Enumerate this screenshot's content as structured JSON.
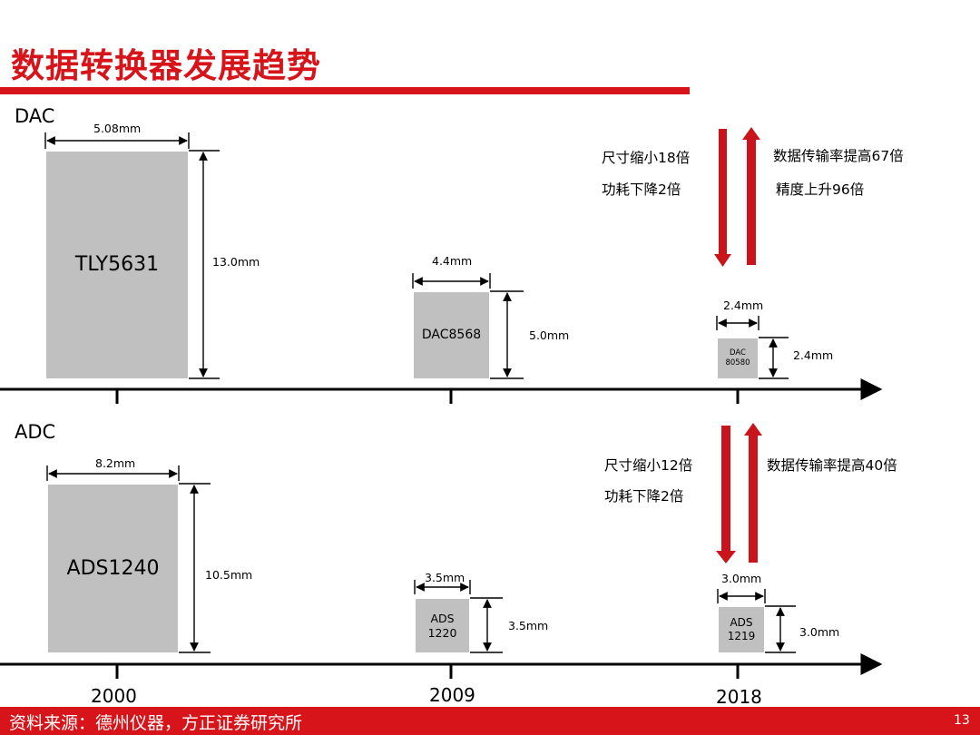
{
  "title": "数据转换器发展趋势",
  "dac": {
    "label": "DAC",
    "chips": [
      {
        "name": "TLY5631",
        "width": "5.08mm",
        "height": "13.0mm"
      },
      {
        "name": "DAC8568",
        "width": "4.4mm",
        "height": "5.0mm"
      },
      {
        "name_line1": "DAC",
        "name_line2": "80580",
        "width": "2.4mm",
        "height": "2.4mm"
      }
    ],
    "notes_down": [
      "尺寸缩小18倍",
      "功耗下降2倍"
    ],
    "notes_up": [
      "数据传输率提高67倍",
      "精度上升96倍"
    ]
  },
  "adc": {
    "label": "ADC",
    "chips": [
      {
        "name": "ADS1240",
        "width": "8.2mm",
        "height": "10.5mm"
      },
      {
        "name_line1": "ADS",
        "name_line2": "1220",
        "width": "3.5mm",
        "height": "3.5mm"
      },
      {
        "name_line1": "ADS",
        "name_line2": "1219",
        "width": "3.0mm",
        "height": "3.0mm"
      }
    ],
    "notes_down": [
      "尺寸缩小12倍",
      "功耗下降2倍"
    ],
    "notes_up": [
      "数据传输率提高40倍"
    ]
  },
  "years": [
    "2000",
    "2009",
    "2018"
  ],
  "footer": {
    "source": "资料来源：德州仪器，方正证券研究所",
    "page": "13"
  },
  "colors": {
    "accent": "#d7141a",
    "chip": "#c0c0c0"
  }
}
